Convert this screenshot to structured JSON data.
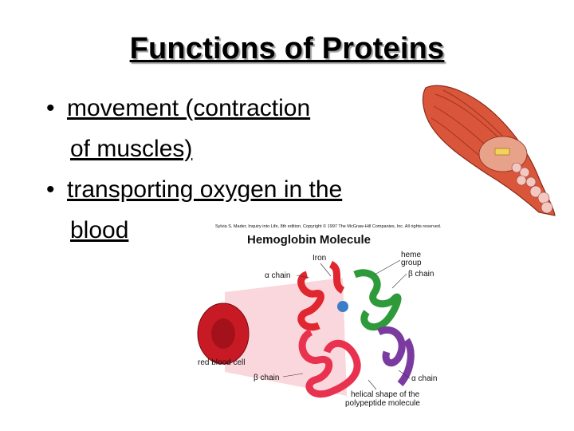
{
  "slide": {
    "title": "Functions of Proteins",
    "bullets": [
      {
        "marker": "•",
        "line1": "movement (contraction",
        "line2": "of muscles)"
      },
      {
        "marker": "•",
        "line1": "transporting oxygen in the",
        "line2": "blood"
      }
    ]
  },
  "figure": {
    "credit": "Sylvia S. Mader, Inquiry into Life, 8th edition. Copyright © 1997 The McGraw-Hill Companies, Inc. All rights reserved.",
    "title": "Hemoglobin Molecule",
    "labels": {
      "iron": "Iron",
      "heme1": "heme",
      "heme2": "group",
      "alpha_left": "α chain",
      "beta_right": "β chain",
      "red_blood_cell": "red blood cell",
      "beta_left": "β chain",
      "alpha_right": "α chain",
      "helical1": "helical shape of the",
      "helical2": "polypeptide molecule"
    },
    "colors": {
      "red_chain": "#e0262e",
      "green_chain": "#2e9a3a",
      "purple_chain": "#7b3aa0",
      "pink_chain": "#e8324f",
      "cell": "#c81a24"
    }
  }
}
